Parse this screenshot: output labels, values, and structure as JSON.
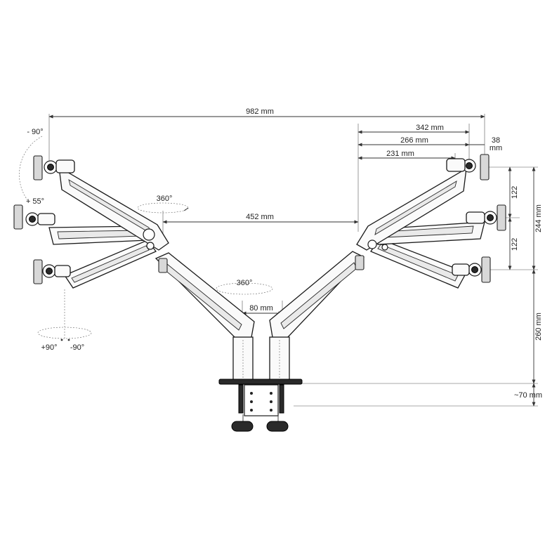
{
  "labels": {
    "width_total": "982 mm",
    "right_reach_342": "342 mm",
    "right_reach_266": "266 mm",
    "right_reach_231": "231 mm",
    "right_38": "38",
    "right_38_unit": "mm",
    "center_span": "452 mm",
    "column_gap": "80 mm",
    "height_122_top": "122",
    "height_122_bottom": "122",
    "height_244": "244 mm",
    "height_260": "260 mm",
    "height_70": "~70 mm",
    "rotate_360_arm": "360°",
    "rotate_360_base": "360°",
    "tilt_minus90": "- 90°",
    "tilt_plus55": "+ 55°",
    "swivel_plus90": "+90°",
    "swivel_minus90": "-90°"
  }
}
